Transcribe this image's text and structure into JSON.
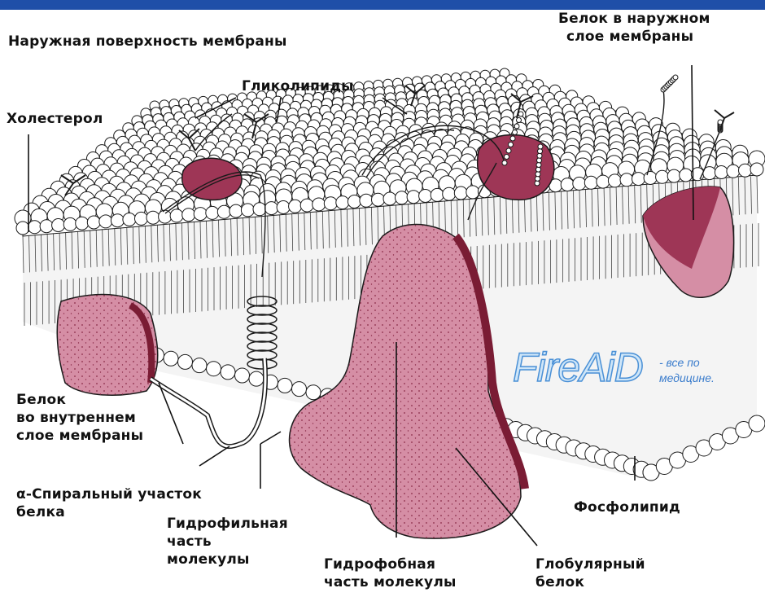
{
  "colors": {
    "banner": "#1f4fa8",
    "protein_fill": "#d58ea5",
    "protein_dark": "#7a1c34",
    "outline": "#1a1a1a",
    "watermark": "#4a90d6"
  },
  "labels": {
    "outer_surface": "Наружная поверхность мембраны",
    "outer_protein": [
      "Белок в наружном",
      "слое мембраны"
    ],
    "glycolipids": "Гликолипиды",
    "cholesterol": "Холестерол",
    "inner_protein": [
      "Белок",
      "во внутреннем",
      "слое мембраны"
    ],
    "alpha_helix": [
      "α-Спиральный участок",
      "белка"
    ],
    "hydrophilic": [
      "Гидрофильная",
      "часть",
      "молекулы"
    ],
    "hydrophobic": [
      "Гидрофобная",
      "часть молекулы"
    ],
    "globular": [
      "Глобулярный",
      "белок"
    ],
    "phospholipid": "Фосфолипид"
  },
  "watermark": {
    "logo": "FireAiD",
    "tagline": [
      "- все по",
      "медицине."
    ]
  }
}
